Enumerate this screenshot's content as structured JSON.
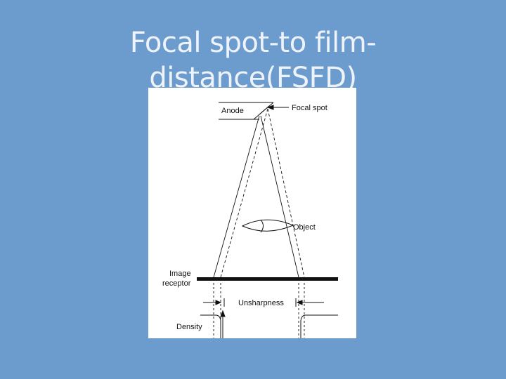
{
  "slide": {
    "title_line1": "Focal spot-to film-",
    "title_line2": "distance(FSFD)"
  },
  "diagram": {
    "labels": {
      "anode": "Anode",
      "focal_spot": "Focal spot",
      "object": "Object",
      "image_receptor_line1": "Image",
      "image_receptor_line2": "receptor",
      "unsharpness": "Unsharpness",
      "density": "Density"
    }
  },
  "colors": {
    "background": "#6c9ccd",
    "title": "#eef3fa",
    "figure_bg": "#ffffff",
    "ink": "#111111"
  }
}
